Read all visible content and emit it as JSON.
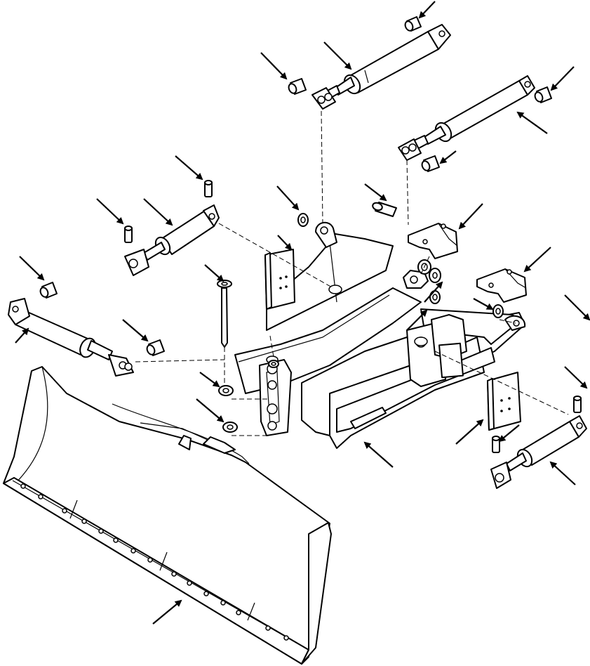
{
  "diagram": {
    "part_arrows": [
      "pin-top-right",
      "lift-cylinder-upper-left",
      "pin-upper-left",
      "pin-far-right",
      "lift-cylinder-upper-right",
      "pin-mid-right",
      "pin-left-cylinder-left",
      "tilt-cylinder-left",
      "pin-washer-left",
      "pin-top-center",
      "bracket-right-upper",
      "bracket-right-lower",
      "washer-center-upper",
      "wear-plate-left",
      "long-pin",
      "pin-far-left",
      "angle-cylinder-left",
      "pin-left-lower",
      "washer-right-1",
      "washer-right-2",
      "washer-right-3",
      "washer-left-1",
      "washer-left-2",
      "c-frame",
      "wear-plate-right",
      "pin-lower-right-top",
      "pin-lower-right",
      "angle-cylinder-right",
      "blade"
    ]
  }
}
